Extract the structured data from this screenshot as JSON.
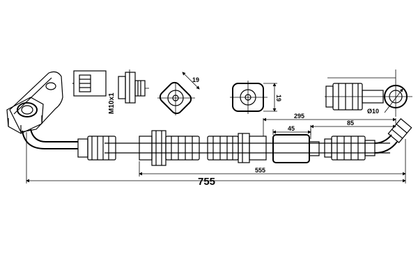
{
  "dimensions": {
    "overall": "755",
    "d555": "555",
    "d295": "295",
    "d85": "85",
    "d45": "45",
    "hex_across_1": "19",
    "hex_across_2": "19",
    "eye_diameter": "Ø10",
    "thread": "M10x1"
  }
}
